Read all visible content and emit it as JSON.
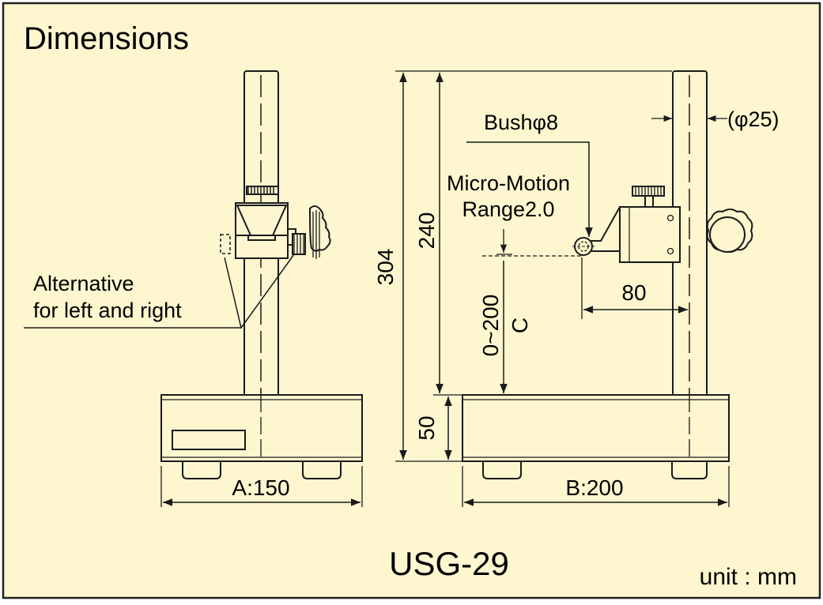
{
  "title": "Dimensions",
  "model": "USG-29",
  "unit_note": "unit : mm",
  "colors": {
    "background": "#fdf6cf",
    "line": "#1a1a1a",
    "border": "#222222"
  },
  "left_view": {
    "note_line1": "Alternative",
    "note_line2": "for left and right",
    "width_label": "A:150"
  },
  "right_view": {
    "bush_label": "Bushφ8",
    "column_diameter_label": "(φ25)",
    "micro_motion_line1": "Micro-Motion",
    "micro_motion_line2": "Range2.0",
    "height_total": "304",
    "height_column": "240",
    "base_height": "50",
    "reach_label": "80",
    "travel_label": "0~200",
    "c_label": "C",
    "width_label": "B:200"
  }
}
